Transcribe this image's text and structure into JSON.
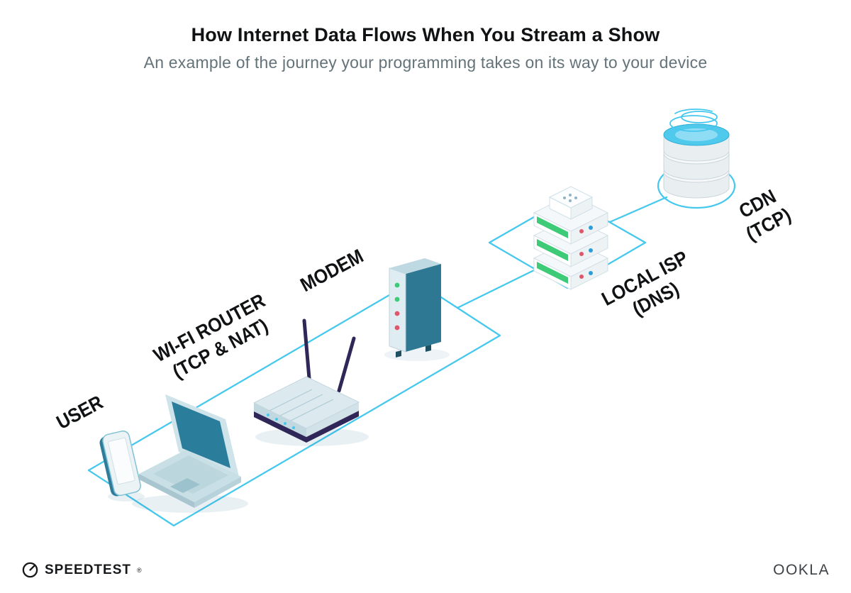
{
  "header": {
    "title": "How Internet Data Flows When You Stream a Show",
    "subtitle": "An example of the journey your programming takes on its way to your device"
  },
  "nodes": [
    {
      "id": "user",
      "label": "USER",
      "sublabel": ""
    },
    {
      "id": "router",
      "label": "WI-FI ROUTER",
      "sublabel": "(TCP & NAT)"
    },
    {
      "id": "modem",
      "label": "MODEM",
      "sublabel": ""
    },
    {
      "id": "isp",
      "label": "LOCAL ISP",
      "sublabel": "(DNS)"
    },
    {
      "id": "cdn",
      "label": "CDN",
      "sublabel": "(TCP)"
    }
  ],
  "footer": {
    "speedtest_label": "SPEEDTEST",
    "speedtest_reg": "®",
    "ookla_label": "OOKLA"
  },
  "colors": {
    "accent": "#45C8EE",
    "ink": "#101213",
    "muted": "#64737A",
    "green": "#3DCB77",
    "red": "#E0566B",
    "blue": "#2D9CDB",
    "navy": "#2E2757",
    "teal": "#2B7D9C"
  }
}
